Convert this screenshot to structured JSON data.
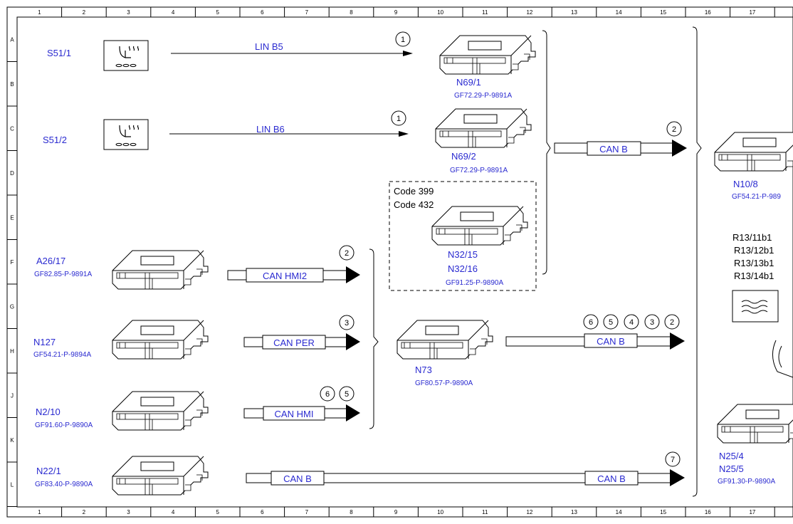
{
  "columns": [
    "1",
    "2",
    "3",
    "4",
    "5",
    "6",
    "7",
    "8",
    "9",
    "10",
    "11",
    "12",
    "13",
    "14",
    "15",
    "16",
    "17"
  ],
  "rows": [
    "A",
    "B",
    "C",
    "D",
    "E",
    "F",
    "G",
    "H",
    "J",
    "K",
    "L"
  ],
  "switches": [
    {
      "label": "S51/1"
    },
    {
      "label": "S51/2"
    }
  ],
  "lin_lines": [
    {
      "label": "LIN B5",
      "ref": "1"
    },
    {
      "label": "LIN B6",
      "ref": "1"
    }
  ],
  "seat_modules": [
    {
      "name": "N69/1",
      "part": "GF72.29-P-9891A"
    },
    {
      "name": "N69/2",
      "part": "GF72.29-P-9891A"
    }
  ],
  "code_box": {
    "codes": [
      "Code 399",
      "Code 432"
    ],
    "name1": "N32/15",
    "name2": "N32/16",
    "part": "GF91.25-P-9890A"
  },
  "can_b_top": {
    "label": "CAN B",
    "ref": "2"
  },
  "left_modules": [
    {
      "name": "A26/17",
      "part": "GF82.85-P-9891A",
      "bus": "CAN HMI2",
      "refs": [
        "2"
      ]
    },
    {
      "name": "N127",
      "part": "GF54.21-P-9894A",
      "bus": "CAN PER",
      "refs": [
        "3"
      ]
    },
    {
      "name": "N2/10",
      "part": "GF91.60-P-9890A",
      "bus": "CAN HMI",
      "refs": [
        "6",
        "5"
      ]
    }
  ],
  "gateway": {
    "name": "N73",
    "part": "GF80.57-P-9890A",
    "bus": "CAN B",
    "refs": [
      "6",
      "5",
      "4",
      "3",
      "2"
    ]
  },
  "bottom": {
    "name": "N22/1",
    "part": "GF83.40-P-9890A",
    "bus_left": "CAN B",
    "bus_right": "CAN B",
    "ref": "7"
  },
  "right_side": {
    "n10": {
      "name": "N10/8",
      "part": "GF54.21-P-989"
    },
    "sensors": [
      "R13/11b1",
      "R13/12b1",
      "R13/13b1",
      "R13/14b1"
    ],
    "n25": {
      "name1": "N25/4",
      "name2": "N25/5",
      "part": "GF91.30-P-9890A"
    }
  }
}
